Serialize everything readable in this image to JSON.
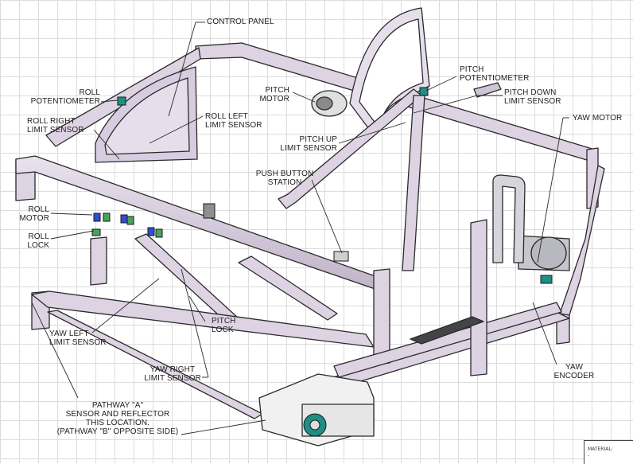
{
  "diagram": {
    "labels": {
      "control_panel": [
        "CONTROL PANEL"
      ],
      "roll_potentiometer": [
        "ROLL",
        "POTENTIOMETER"
      ],
      "roll_right_limit_sensor": [
        "ROLL RIGHT",
        "LIMIT SENSOR"
      ],
      "roll_left_limit_sensor": [
        "ROLL LEFT",
        "LIMIT SENSOR"
      ],
      "pitch_motor": [
        "PITCH",
        "MOTOR"
      ],
      "pitch_potentiometer": [
        "PITCH",
        "POTENTIOMETER"
      ],
      "pitch_down_limit_sensor": [
        "PITCH DOWN",
        "LIMIT SENSOR"
      ],
      "pitch_up_limit_sensor": [
        "PITCH UP",
        "LIMIT SENSOR"
      ],
      "yaw_motor": [
        "YAW MOTOR"
      ],
      "push_button_station": [
        "PUSH BUTTON",
        "STATION"
      ],
      "roll_motor": [
        "ROLL",
        "MOTOR"
      ],
      "roll_lock": [
        "ROLL",
        "LOCK"
      ],
      "pitch_lock": [
        "PITCH",
        "LOCK"
      ],
      "yaw_left_limit_sensor": [
        "YAW LEFT",
        "LIMIT SENSOR"
      ],
      "yaw_right_limit_sensor": [
        "YAW RIGHT",
        "LIMIT SENSOR"
      ],
      "yaw_encoder": [
        "YAW",
        "ENCODER"
      ],
      "pathway_note": [
        "PATHWAY \"A\"",
        "SENSOR AND REFLECTOR",
        "THIS LOCATION.",
        "(PATHWAY \"B\" OPPOSITE SIDE)"
      ]
    },
    "title_block": {
      "material_label": "MATERIAL:",
      "material_value": "-"
    },
    "colors": {
      "frame_fill": "#ddd3e3",
      "frame_stroke": "#2a2a2a",
      "grid": "#dcdcdc",
      "sensor_green": "#4aa35a",
      "sensor_blue": "#2f4fd0",
      "wheel_teal": "#1f8f86"
    }
  }
}
